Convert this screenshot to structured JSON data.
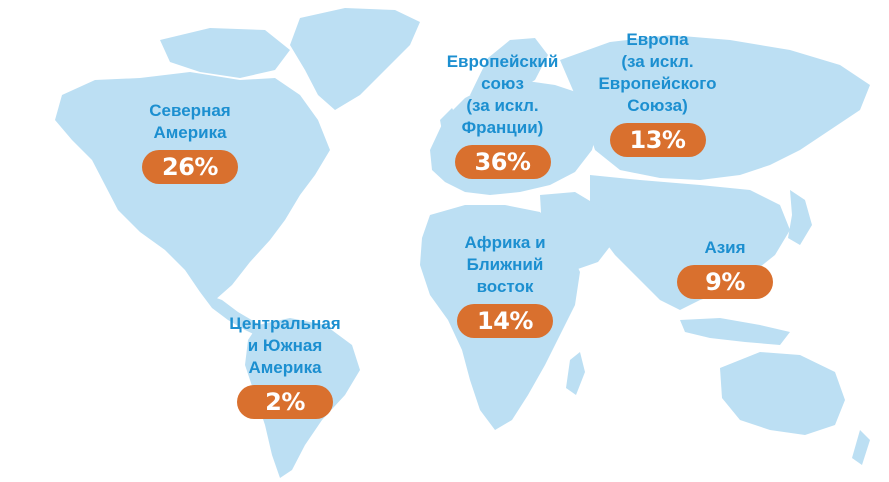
{
  "colors": {
    "land": "#bcdff3",
    "label": "#1c8fd0",
    "badge": "#d9702e",
    "badge_text": "#ffffff"
  },
  "regions": [
    {
      "label": "Северная\nАмерика",
      "percent": "26%"
    },
    {
      "label": "Европейский\nсоюз\n(за искл.\nФранции)",
      "percent": "36%"
    },
    {
      "label": "Европа\n(за искл.\nЕвропейского\nСоюза)",
      "percent": "13%"
    },
    {
      "label": "Африка и\nБлижний\nвосток",
      "percent": "14%"
    },
    {
      "label": "Азия",
      "percent": "9%"
    },
    {
      "label": "Центральная\nи Южная\nАмерика",
      "percent": "2%"
    }
  ]
}
